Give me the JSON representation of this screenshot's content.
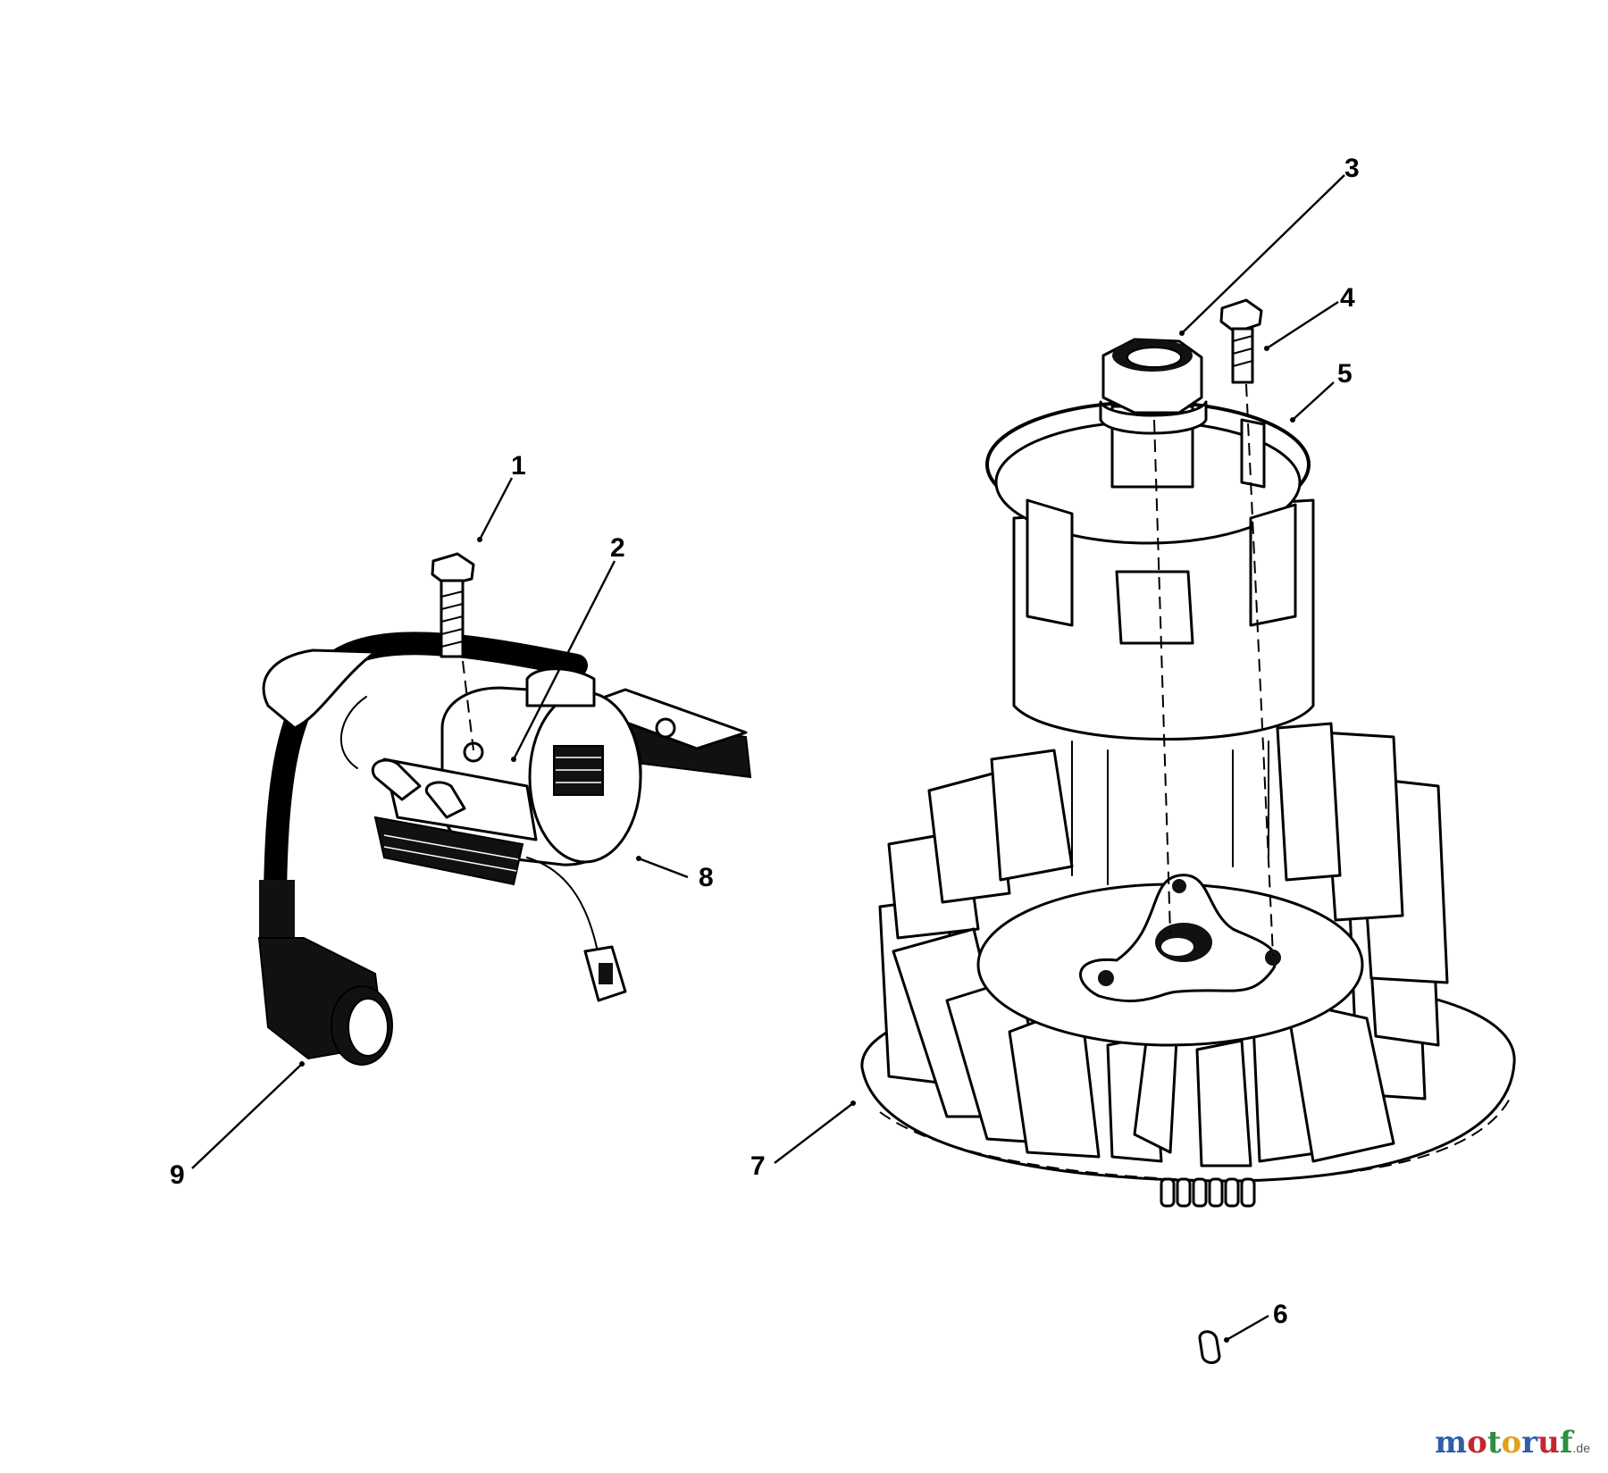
{
  "diagram": {
    "parts": [
      {
        "id": "1",
        "label": "1"
      },
      {
        "id": "2",
        "label": "2"
      },
      {
        "id": "3",
        "label": "3"
      },
      {
        "id": "4",
        "label": "4"
      },
      {
        "id": "5",
        "label": "5"
      },
      {
        "id": "6",
        "label": "6"
      },
      {
        "id": "7",
        "label": "7"
      },
      {
        "id": "8",
        "label": "8"
      },
      {
        "id": "9",
        "label": "9"
      }
    ]
  },
  "watermark": {
    "letters": [
      "m",
      "o",
      "t",
      "o",
      "r",
      "u",
      "f"
    ],
    "letter_colors": [
      "#2e5fa8",
      "#c4262e",
      "#2e8f3e",
      "#e0a21b",
      "#2e5fa8",
      "#c4262e",
      "#2e8f3e"
    ],
    "tld": ".de"
  }
}
